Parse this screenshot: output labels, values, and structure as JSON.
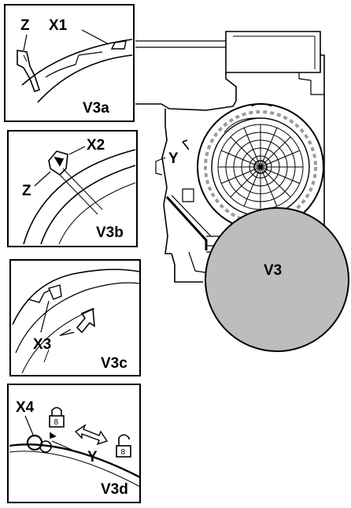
{
  "labels": {
    "z_a": "Z",
    "x1": "X1",
    "v3a": "V3a",
    "x2": "X2",
    "z_b": "Z",
    "v3b": "V3b",
    "y_main": "Y",
    "v3": "V3",
    "x3": "X3",
    "v3c": "V3c",
    "x4": "X4",
    "y_d": "Y",
    "v3d": "V3d"
  },
  "lock_glyph": "8",
  "colors": {
    "line": "#000000",
    "cover_fill": "#bdbdbd",
    "dash": "#9a9a9a"
  }
}
